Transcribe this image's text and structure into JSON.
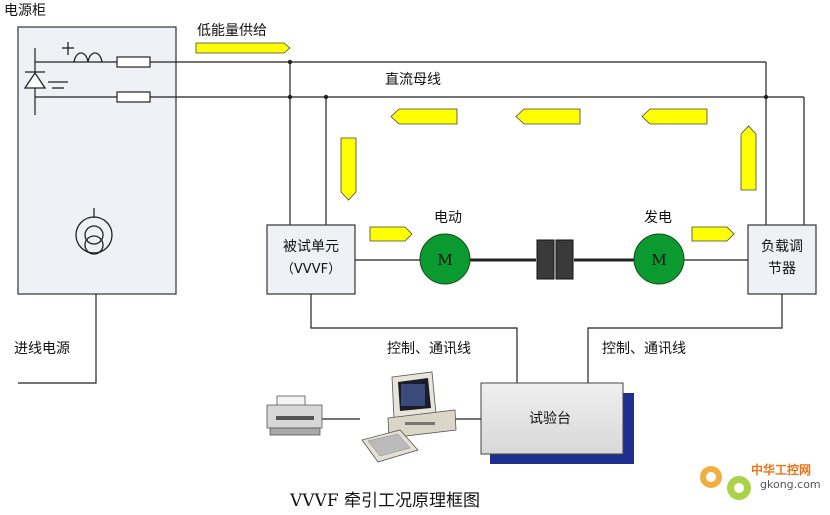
{
  "labels": {
    "power_cabinet": "电源柜",
    "low_energy_supply": "低能量供给",
    "dc_bus": "直流母线",
    "motor": "电动",
    "generator": "发电",
    "dut_line1": "被试单元",
    "dut_line2": "（VVVF）",
    "load_line1": "负载调",
    "load_line2": "节器",
    "motor_symbol": "M",
    "generator_symbol": "M",
    "incoming_power": "进线电源",
    "control_comm_left": "控制、通讯线",
    "control_comm_right": "控制、通讯线",
    "test_bench": "试验台",
    "caption": "VVVF 牵引工况原理框图",
    "watermark_text": "中华工控网",
    "watermark_url": "gkong.com"
  },
  "icons": [
    "printer-icon",
    "computer-icon",
    "keyboard-icon",
    "transformer-icon",
    "diode-icon",
    "capacitor-icon",
    "gear-logo-icon"
  ],
  "colors": {
    "arrow_fill": "#ffff00",
    "motor_fill": "#0a9a30",
    "box_fill": "#eef1f6",
    "bench_fill": "#e8e8e8",
    "bench_shadow": "#1f2f8f",
    "coupling_fill": "#3a3a3a",
    "watermark": "#e8741a"
  }
}
